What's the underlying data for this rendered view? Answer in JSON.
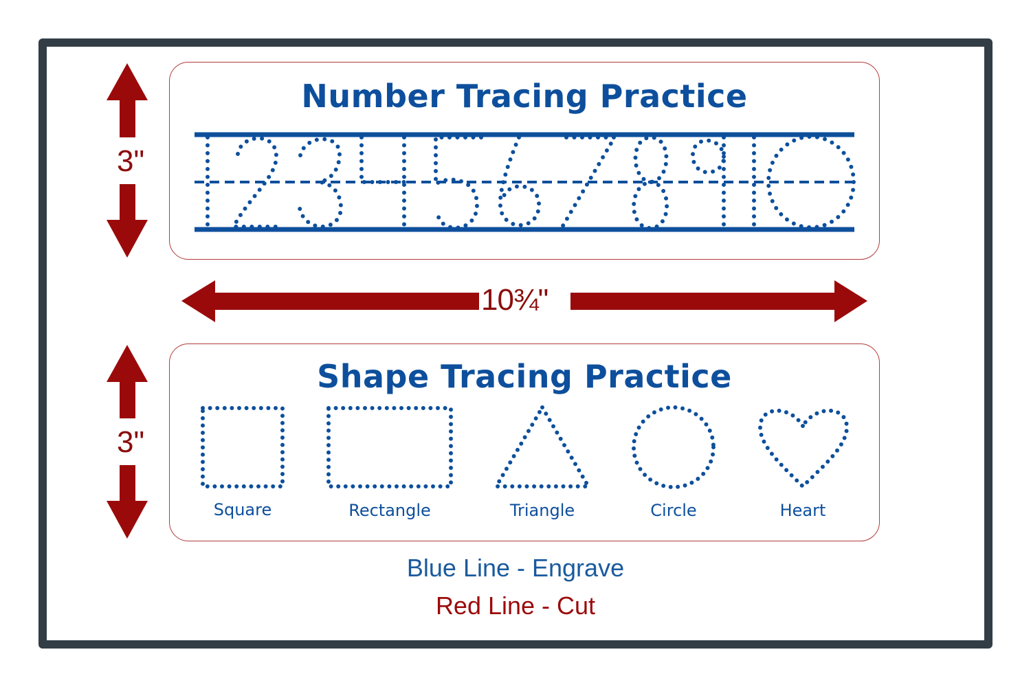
{
  "colors": {
    "engrave_blue": "#0d4f9c",
    "cut_red": "#9b0a0a",
    "frame": "#333d46",
    "panel_border": "#b33a3a"
  },
  "number_panel": {
    "title": "Number Tracing Practice",
    "digits": [
      "1",
      "2",
      "3",
      "4",
      "5",
      "6",
      "7",
      "8",
      "9",
      "10"
    ],
    "height_dimension": "3\""
  },
  "width_dimension": "10¾\"",
  "shape_panel": {
    "title": "Shape Tracing Practice",
    "height_dimension": "3\"",
    "shapes": [
      {
        "name": "square",
        "label": "Square"
      },
      {
        "name": "rectangle",
        "label": "Rectangle"
      },
      {
        "name": "triangle",
        "label": "Triangle"
      },
      {
        "name": "circle",
        "label": "Circle"
      },
      {
        "name": "heart",
        "label": "Heart"
      }
    ]
  },
  "legend": {
    "blue": "Blue Line - Engrave",
    "red": "Red Line - Cut"
  }
}
